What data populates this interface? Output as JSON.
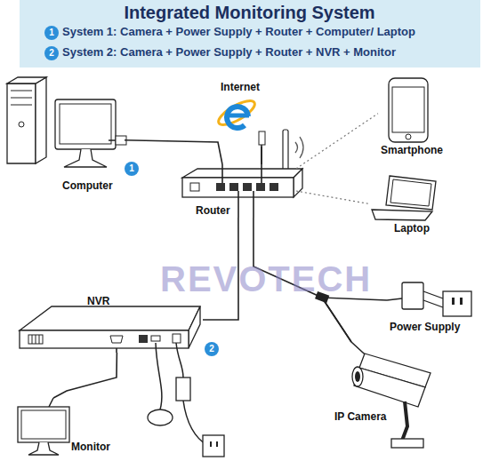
{
  "diagram": {
    "title": "Integrated Monitoring System",
    "nodes": [
      {
        "text": [
          "Internet"
        ]
      },
      {
        "text": [
          "Computer"
        ]
      },
      {
        "text": [
          "Router"
        ]
      },
      {
        "text": [
          "Smartphone"
        ]
      },
      {
        "text": [
          "Laptop"
        ]
      },
      {
        "text": [
          "NVR"
        ]
      },
      {
        "text": [
          "Power Supply"
        ]
      },
      {
        "text": [
          "IP Camera"
        ]
      },
      {
        "text": [
          "Monitor"
        ]
      }
    ],
    "edges": [
      {
        "from": 1,
        "to": 2,
        "arrow": "none"
      },
      {
        "from": 0,
        "to": 2,
        "arrow": "none"
      },
      {
        "from": 2,
        "to": 3,
        "arrow": "none"
      },
      {
        "from": 2,
        "to": 4,
        "arrow": "none"
      },
      {
        "from": 2,
        "to": 7,
        "arrow": "none"
      },
      {
        "from": 2,
        "to": 5,
        "arrow": "none"
      },
      {
        "from": 6,
        "to": 7,
        "arrow": "none"
      },
      {
        "from": 5,
        "to": 8,
        "arrow": "none"
      }
    ],
    "labels": [
      "1",
      "System 1: Camera + Power Supply + Router + Computer/ Laptop",
      "2",
      "System 2: Camera + Power Supply + Router + NVR + Monitor",
      "1",
      "REVOTECH",
      "2"
    ]
  }
}
